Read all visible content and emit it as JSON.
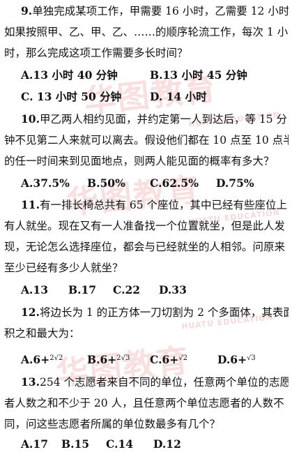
{
  "watermark": {
    "chinese": "华图教育",
    "english": "HUATU EDUCATION"
  },
  "questions": [
    {
      "lines": [
        "9.单独完成某项工作，甲需要 16 小时，乙需要 12 小时，",
        "如果按照甲、乙、甲、乙、……的顺序轮流工作，每次 1 小",
        "时，那么完成这项工作需要多长时间？"
      ],
      "options": [
        "A.13 小时 40 分钟",
        "B.13 小时 45 分钟",
        "C. 13 小时 50 分钟",
        "D. 14 小时"
      ]
    },
    {
      "lines": [
        "10.甲乙两人相约见面，并约定第一人到达后，等 15 分",
        "钟不见第二人来就可以离去。假设他们都在 10 点至 10 点半",
        "的任一时间来到见面地点，则两人能见面的概率有多大？"
      ],
      "options": [
        "A.37.5%",
        "B.50%",
        "C.62.5%",
        "D.75%"
      ]
    },
    {
      "lines": [
        "11.有一排长椅总共有 65 个座位，其中已经有些座位上",
        "有人就坐。现在又有一人准备找一个位置就坐，但是此人发",
        "现，无论怎么选择座位，都会与已经就坐的人相邻。问原来",
        "至少已经有多少人就坐？"
      ],
      "options": [
        "A.13",
        "B.17",
        "C.22",
        "D.33"
      ]
    },
    {
      "lines": [
        "12.将边长为 1 的正方体一刀切割为 2 个多面体，其表面",
        "积之和最大为："
      ],
      "options": [
        {
          "prefix": "A.6+",
          "radical": "2√2"
        },
        {
          "prefix": "B.6+",
          "radical": "2√3"
        },
        {
          "prefix": "C.6+",
          "radical": "√2"
        },
        {
          "prefix": "D.6+",
          "radical": "√3"
        }
      ]
    },
    {
      "lines": [
        "13.254 个志愿者来自不同的单位，任意两个单位的志愿",
        "者人数之和不少于 20 人，且任意两个单位志愿者的人数不",
        "同，问这些志愿者所属的单位数最多有几个？"
      ],
      "options": [
        "A.17",
        "B.15",
        "C.14",
        "D.12"
      ]
    }
  ]
}
